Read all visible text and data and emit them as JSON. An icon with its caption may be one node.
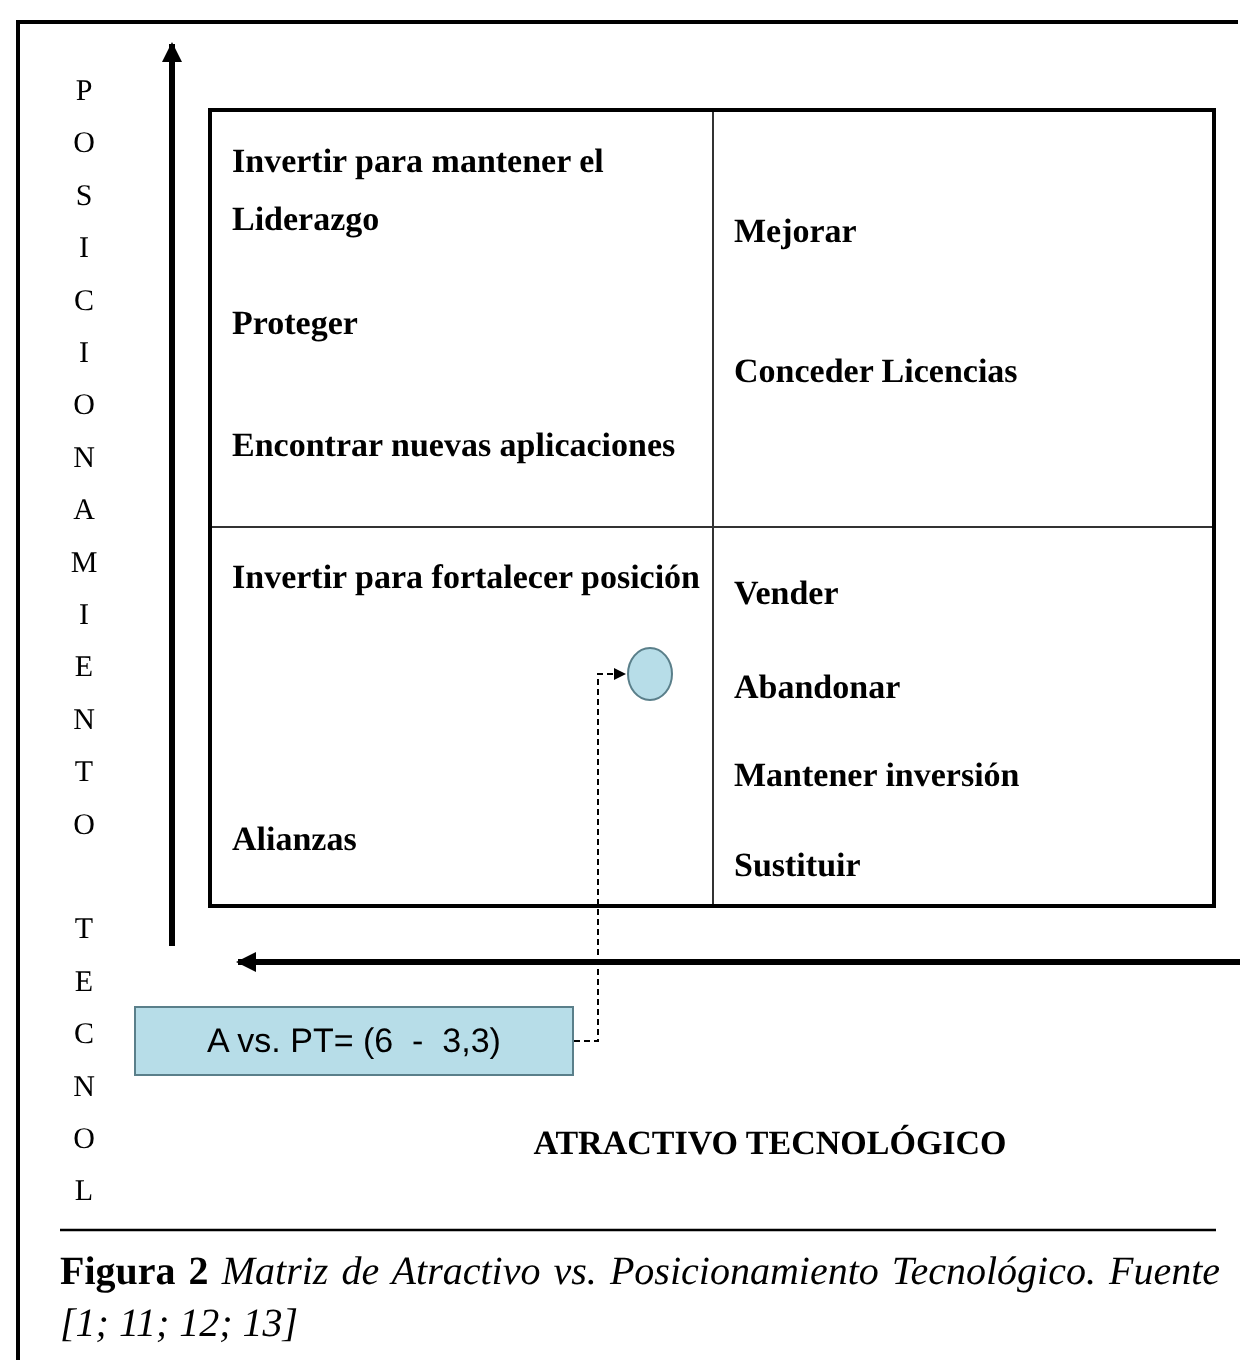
{
  "diagram": {
    "caption": "**Figura 2** *Matriz de Atractivo vs. Posicionamiento Tecnológico. Fuente [1; 11; 12; 13]*",
    "nodes": [
      {
        "text": [
          "Invertir para mantener el Liderazgo",
          "Proteger",
          "Encontrar nuevas aplicaciones"
        ]
      },
      {
        "text": [
          "Mejorar",
          "Conceder Licencias"
        ]
      },
      {
        "text": [
          "Invertir para fortalecer posición",
          "Alianzas"
        ]
      },
      {
        "text": [
          "Vender",
          "Abandonar",
          "Mantener inversión",
          "Sustituir"
        ]
      },
      {
        "text": [],
        "shape": "circle",
        "in": 2
      },
      {
        "text": [
          "A vs. PT= (6  -  3,3)"
        ]
      }
    ],
    "edges": [
      {
        "from": 5,
        "to": 4,
        "arrow": "to",
        "style": "dashed"
      }
    ],
    "labels": [
      "POSICIONAMIENTO TECNOL",
      "ATRACTIVO TECNOLÓGICO"
    ]
  }
}
